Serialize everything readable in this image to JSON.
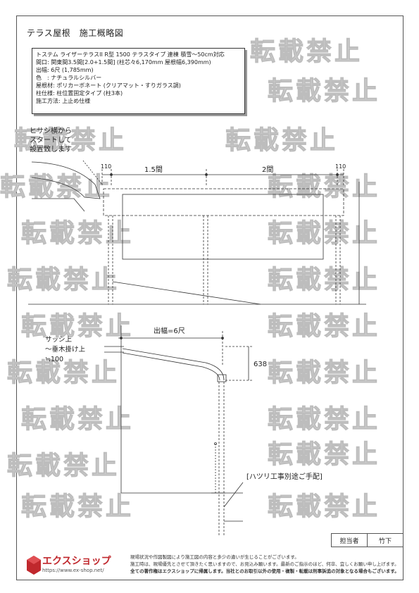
{
  "title": "テラス屋根　施工概略図",
  "spec": {
    "lines": [
      "トステム ライザーテラスII R型 1500 テラスタイプ 連棟 積雪～50cm対応",
      "間口: 関東間3.5間[2.0+1.5間] (柱芯々6,170mm 屋根幅6,390mm)",
      "出幅: 6尺 (1,785mm)",
      "色　: ナチュラルシルバー",
      "屋根材: ポリカーボネート (クリアマット・すりガラス調)",
      "柱仕様: 柱位置固定タイプ (柱3本)",
      "施工方法: 上止め仕様"
    ]
  },
  "watermark": "転載禁止",
  "front_view": {
    "note": "ヒサシ横から\nスタートして\n設置致します",
    "dim_left_end": "110",
    "dim_span_1": "1.5間",
    "dim_span_2": "2間",
    "dim_right_end": "110"
  },
  "side_view": {
    "projection": "出幅=6尺",
    "height": "638",
    "sash_note": "サッシ上\n～垂木掛け上\n≒100",
    "hatsuri_note": "[ハツリ工事別途ご手配]"
  },
  "sign": {
    "label": "担当者",
    "name": "竹下"
  },
  "footer": {
    "notes": [
      "現場状況や作図製図により施工図の内容と多少の違いが生じることがございます。",
      "施工時は、現場優先とさせて頂きたく思いますので、お見込み願います。最新のご指示のほど、何卒、宜しくお願い申し上げます。",
      "全ての著作権はエクスショップに帰属します。当社とのお取引以外の使用・複製・転載は刑事訴追の対象となる場合もございます。"
    ],
    "logo_text": "エクスショップ",
    "logo_url": "https://www.ex-shop.net/"
  },
  "colors": {
    "line": "#333333",
    "watermark": "#d6d6d6",
    "logo_red": "#c0282d"
  }
}
